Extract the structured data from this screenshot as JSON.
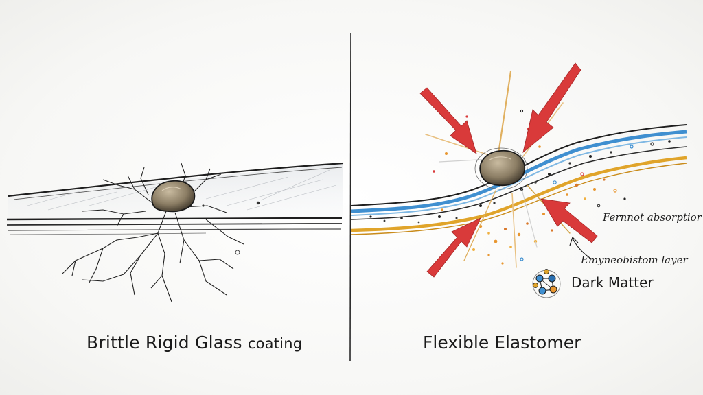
{
  "left_panel": {
    "caption_main": "Brittle Rigid Glass",
    "caption_small": "coating"
  },
  "right_panel": {
    "caption": "Flexible Elastomer",
    "label_absorption": "Fernnot absorptior",
    "label_layer": "Emyneobistom layer",
    "label_dark_matter": "Dark Matter"
  },
  "colors": {
    "impact_arrow": "#d93a3a",
    "blue_layer": "#3f8fd0",
    "gold_layer": "#e0a42a",
    "particles_orange": "#e8962f"
  },
  "icons": [
    "rock-icon",
    "impact-arrow-icon",
    "dark-matter-icon"
  ]
}
